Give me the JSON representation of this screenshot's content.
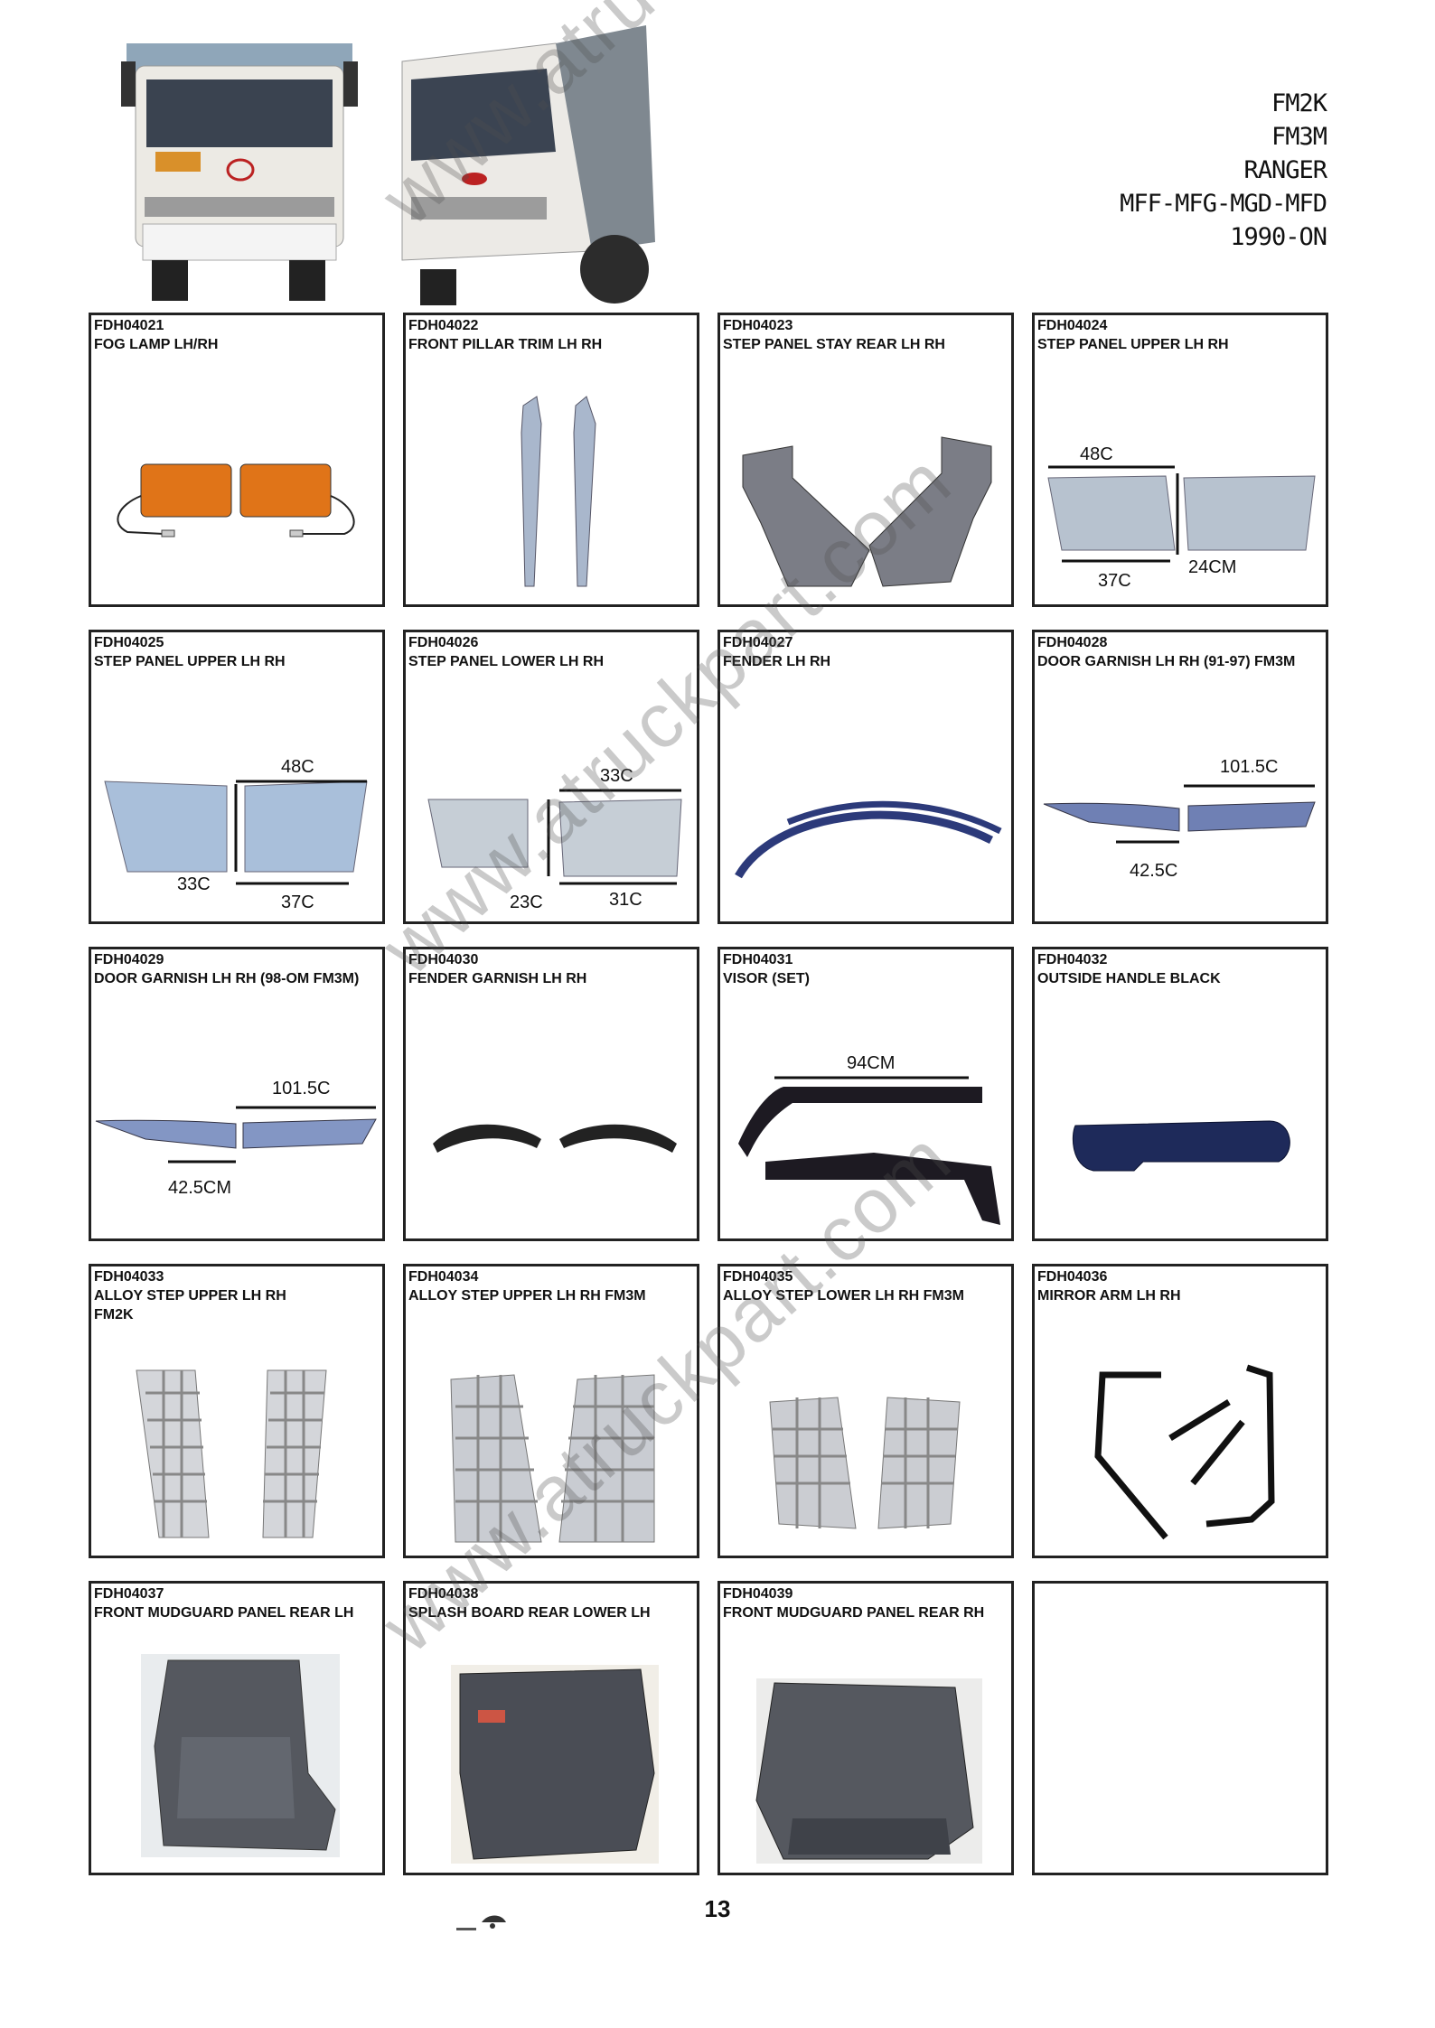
{
  "header": {
    "models": [
      "FM2K",
      "FM3M",
      "RANGER",
      "MFF-MFG-MGD-MFD",
      "1990-ON"
    ]
  },
  "watermark": "www.atruckpart.com",
  "page_number": "13",
  "parts": [
    {
      "code": "FDH04021",
      "name": "FOG LAMP LH/RH",
      "dims": []
    },
    {
      "code": "FDH04022",
      "name": "FRONT PILLAR TRIM LH RH",
      "dims": []
    },
    {
      "code": "FDH04023",
      "name": "STEP PANEL STAY REAR LH  RH",
      "dims": []
    },
    {
      "code": "FDH04024",
      "name": "STEP PANEL UPPER LH  RH",
      "dims": [
        "48C",
        "37C",
        "24CM"
      ]
    },
    {
      "code": "FDH04025",
      "name": "STEP PANEL UPPER LH RH",
      "dims": [
        "48C",
        "33C",
        "37C"
      ]
    },
    {
      "code": "FDH04026",
      "name": "STEP PANEL LOWER LH RH",
      "dims": [
        "33C",
        "23C",
        "31C"
      ]
    },
    {
      "code": "FDH04027",
      "name": "FENDER    LH RH",
      "dims": []
    },
    {
      "code": "FDH04028",
      "name": "DOOR GARNISH LH RH (91-97) FM3M",
      "dims": [
        "101.5C",
        "42.5C"
      ]
    },
    {
      "code": "FDH04029",
      "name": "DOOR GARNISH LH RH (98-OM FM3M)",
      "dims": [
        "101.5C",
        "42.5CM"
      ]
    },
    {
      "code": "FDH04030",
      "name": "FENDER GARNISH LH RH",
      "dims": []
    },
    {
      "code": "FDH04031",
      "name": "VISOR (SET)",
      "dims": [
        "94CM"
      ]
    },
    {
      "code": "FDH04032",
      "name": "OUTSIDE HANDLE BLACK",
      "dims": []
    },
    {
      "code": "FDH04033",
      "name": "ALLOY STEP UPPER LH RH\nFM2K",
      "dims": []
    },
    {
      "code": "FDH04034",
      "name": "ALLOY STEP UPPER LH RH  FM3M",
      "dims": []
    },
    {
      "code": "FDH04035",
      "name": "ALLOY STEP LOWER LH RH  FM3M",
      "dims": []
    },
    {
      "code": "FDH04036",
      "name": "MIRROR ARM LH RH",
      "dims": []
    },
    {
      "code": "FDH04037",
      "name": "FRONT MUDGUARD PANEL REAR LH",
      "dims": []
    },
    {
      "code": "FDH04038",
      "name": "SPLASH BOARD REAR LOWER LH",
      "dims": []
    },
    {
      "code": "FDH04039",
      "name": "FRONT MUDGUARD PANEL REAR RH",
      "dims": []
    },
    {
      "code": "",
      "name": "",
      "dims": []
    }
  ]
}
